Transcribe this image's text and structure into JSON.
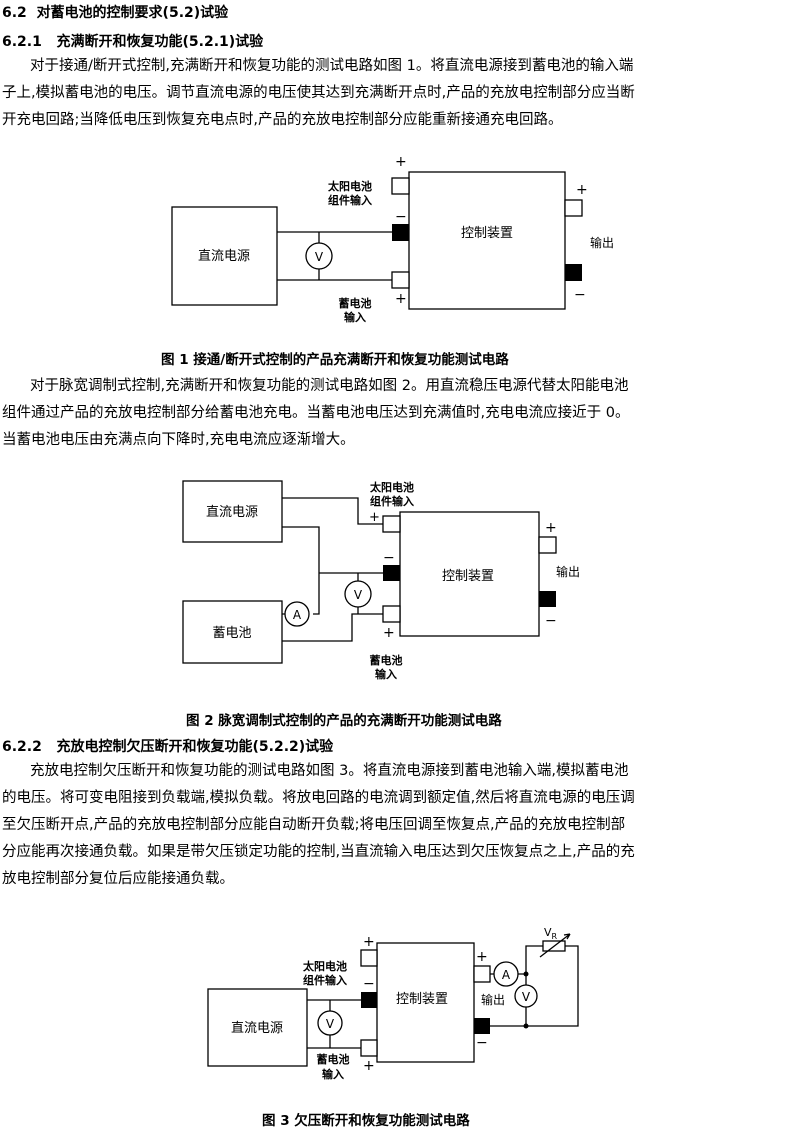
{
  "s62": {
    "num": "6.2",
    "title": "对蓄电池的控制要求(5.2)试验"
  },
  "s621": {
    "num": "6.2.1",
    "title": "充满断开和恢复功能(5.2.1)试验"
  },
  "para1": [
    "对于接通/断开式控制,充满断开和恢复功能的测试电路如图 1。将直流电源接到蓄电池的输入端",
    "子上,模拟蓄电池的电压。调节直流电源的电压使其达到充满断开点时,产品的充放电控制部分应当断",
    "开充电回路;当降低电压到恢复充电点时,产品的充放电控制部分应能重新接通充电回路。"
  ],
  "fig1": {
    "caption": "图 1   接通/断开式控制的产品充满断开和恢复功能测试电路",
    "power": "直流电源",
    "controller": "控制装置",
    "solar_label": [
      "太阳电池",
      "组件输入"
    ],
    "battery_label": [
      "蓄电池",
      "输入"
    ],
    "output": "输出",
    "voltmeter": "V",
    "plus": "+",
    "minus": "−"
  },
  "para2": [
    "对于脉宽调制式控制,充满断开和恢复功能的测试电路如图 2。用直流稳压电源代替太阳能电池",
    "组件通过产品的充放电控制部分给蓄电池充电。当蓄电池电压达到充满值时,充电电流应接近于 0。",
    "当蓄电池电压由充满点向下降时,充电电流应逐渐增大。"
  ],
  "fig2": {
    "caption": "图 2   脉宽调制式控制的产品的充满断开功能测试电路",
    "power": "直流电源",
    "battery": "蓄电池",
    "controller": "控制装置",
    "solar_label": [
      "太阳电池",
      "组件输入"
    ],
    "battery_label": [
      "蓄电池",
      "输入"
    ],
    "output": "输出",
    "voltmeter": "V",
    "ammeter": "A",
    "plus": "+",
    "minus": "−"
  },
  "s622": {
    "num": "6.2.2",
    "title": "充放电控制欠压断开和恢复功能(5.2.2)试验"
  },
  "para3": [
    "充放电控制欠压断开和恢复功能的测试电路如图 3。将直流电源接到蓄电池输入端,模拟蓄电池",
    "的电压。将可变电阻接到负载端,模拟负载。将放电回路的电流调到额定值,然后将直流电源的电压调",
    "至欠压断开点,产品的充放电控制部分应能自动断开负载;将电压回调至恢复点,产品的充放电控制部",
    "分应能再次接通负载。如果是带欠压锁定功能的控制,当直流输入电压达到欠压恢复点之上,产品的充",
    "放电控制部分复位后应能接通负载。"
  ],
  "fig3": {
    "caption": "图 3   欠压断开和恢复功能测试电路",
    "power": "直流电源",
    "controller": "控制装置",
    "solar_label": [
      "太阳电池",
      "组件输入"
    ],
    "battery_label": [
      "蓄电池",
      "输入"
    ],
    "output": "输出",
    "voltmeter": "V",
    "ammeter": "A",
    "resistor": "V",
    "resistor_sub": "R",
    "plus": "+",
    "minus": "−"
  }
}
